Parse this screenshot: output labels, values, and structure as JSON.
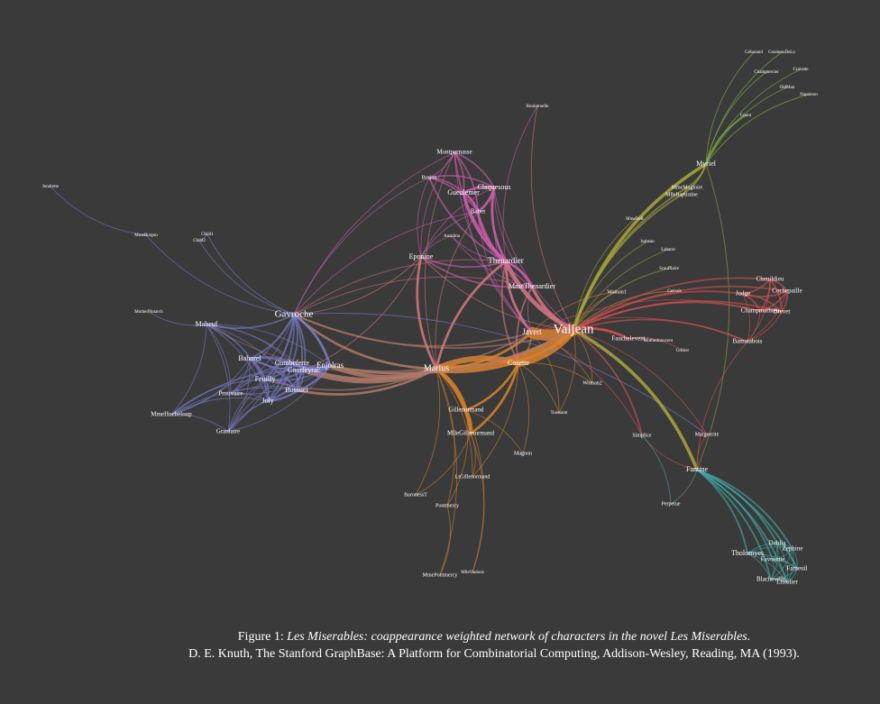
{
  "colors": {
    "background": "#3a3a3a",
    "text": "#ffffff",
    "purple": "#7b7fd0",
    "pink": "#d05fb0",
    "orange": "#d9822b",
    "red": "#d95050",
    "teal": "#3fb0ad",
    "olive": "#a8a83a",
    "green": "#8ac04a",
    "brown": "#b07a6a",
    "salmon": "#d77a7a"
  },
  "nodes": [
    {
      "id": "Valjean",
      "group": "orange"
    },
    {
      "id": "Javert",
      "group": "orange"
    },
    {
      "id": "Marius",
      "group": "orange"
    },
    {
      "id": "Cosette",
      "group": "orange"
    },
    {
      "id": "Gillenormand",
      "group": "orange"
    },
    {
      "id": "MlleGillenormand",
      "group": "orange"
    },
    {
      "id": "LtGillenormand",
      "group": "orange"
    },
    {
      "id": "Magnon",
      "group": "orange"
    },
    {
      "id": "BaronessT",
      "group": "orange"
    },
    {
      "id": "Pontmercy",
      "group": "orange"
    },
    {
      "id": "MmePontmercy",
      "group": "orange"
    },
    {
      "id": "MlleVaubois",
      "group": "orange"
    },
    {
      "id": "Toussaint",
      "group": "orange"
    },
    {
      "id": "Woman2",
      "group": "orange"
    },
    {
      "id": "Woman1",
      "group": "orange"
    },
    {
      "id": "Boulatruelle",
      "group": "pink"
    },
    {
      "id": "Thenardier",
      "group": "pink"
    },
    {
      "id": "MmeThenardier",
      "group": "pink"
    },
    {
      "id": "Montparnasse",
      "group": "pink"
    },
    {
      "id": "Brujon",
      "group": "pink"
    },
    {
      "id": "Gueulemer",
      "group": "pink"
    },
    {
      "id": "Claquesous",
      "group": "pink"
    },
    {
      "id": "Babet",
      "group": "pink"
    },
    {
      "id": "Anzelma",
      "group": "pink"
    },
    {
      "id": "Eponine",
      "group": "pink"
    },
    {
      "id": "Gavroche",
      "group": "purple"
    },
    {
      "id": "Enjolras",
      "group": "purple"
    },
    {
      "id": "Mabeuf",
      "group": "purple"
    },
    {
      "id": "Bahorel",
      "group": "purple"
    },
    {
      "id": "Combeferre",
      "group": "purple"
    },
    {
      "id": "Courfeyrac",
      "group": "purple"
    },
    {
      "id": "Feuilly",
      "group": "purple"
    },
    {
      "id": "Bossuet",
      "group": "purple"
    },
    {
      "id": "Prouvaire",
      "group": "purple"
    },
    {
      "id": "Joly",
      "group": "purple"
    },
    {
      "id": "Grantaire",
      "group": "purple"
    },
    {
      "id": "MmeHucheloup",
      "group": "purple"
    },
    {
      "id": "MotherPlutarch",
      "group": "purple"
    },
    {
      "id": "MmeBurgon",
      "group": "purple"
    },
    {
      "id": "Child1",
      "group": "purple"
    },
    {
      "id": "Child2",
      "group": "purple"
    },
    {
      "id": "Jondrette",
      "group": "purple"
    },
    {
      "id": "Myriel",
      "group": "olive"
    },
    {
      "id": "MmeMagloire",
      "group": "olive"
    },
    {
      "id": "MlleBaptistine",
      "group": "olive"
    },
    {
      "id": "MmeDeR",
      "group": "olive"
    },
    {
      "id": "Isabeau",
      "group": "olive"
    },
    {
      "id": "Labarre",
      "group": "olive"
    },
    {
      "id": "Scaufflaire",
      "group": "olive"
    },
    {
      "id": "Gervais",
      "group": "olive"
    },
    {
      "id": "Count",
      "group": "green"
    },
    {
      "id": "Geborand",
      "group": "green"
    },
    {
      "id": "CountessDeLo",
      "group": "green"
    },
    {
      "id": "Champtercier",
      "group": "green"
    },
    {
      "id": "Cravatte",
      "group": "green"
    },
    {
      "id": "OldMan",
      "group": "green"
    },
    {
      "id": "Napoleon",
      "group": "green"
    },
    {
      "id": "Chenildieu",
      "group": "red"
    },
    {
      "id": "Cochepaille",
      "group": "red"
    },
    {
      "id": "Judge",
      "group": "red"
    },
    {
      "id": "Champmathieu",
      "group": "red"
    },
    {
      "id": "Brevet",
      "group": "red"
    },
    {
      "id": "Bamatabois",
      "group": "red"
    },
    {
      "id": "Fauchelevent",
      "group": "red"
    },
    {
      "id": "MotherInnocent",
      "group": "red"
    },
    {
      "id": "Gribier",
      "group": "red"
    },
    {
      "id": "Simplice",
      "group": "red"
    },
    {
      "id": "Marguerite",
      "group": "red"
    },
    {
      "id": "Fantine",
      "group": "teal"
    },
    {
      "id": "Perpetue",
      "group": "teal"
    },
    {
      "id": "Tholomyes",
      "group": "teal"
    },
    {
      "id": "Dahlia",
      "group": "teal"
    },
    {
      "id": "Zephine",
      "group": "teal"
    },
    {
      "id": "Favourite",
      "group": "teal"
    },
    {
      "id": "Fameuil",
      "group": "teal"
    },
    {
      "id": "Blacheville",
      "group": "teal"
    },
    {
      "id": "Listolier",
      "group": "teal"
    }
  ],
  "caption": {
    "prefix": "Figure 1: ",
    "title": "Les Miserables: coappearance weighted network of characters in the novel Les Miserables.",
    "citation": "D. E. Knuth, The Stanford GraphBase: A Platform for Combinatorial Computing, Addison-Wesley, Reading, MA (1993)."
  }
}
